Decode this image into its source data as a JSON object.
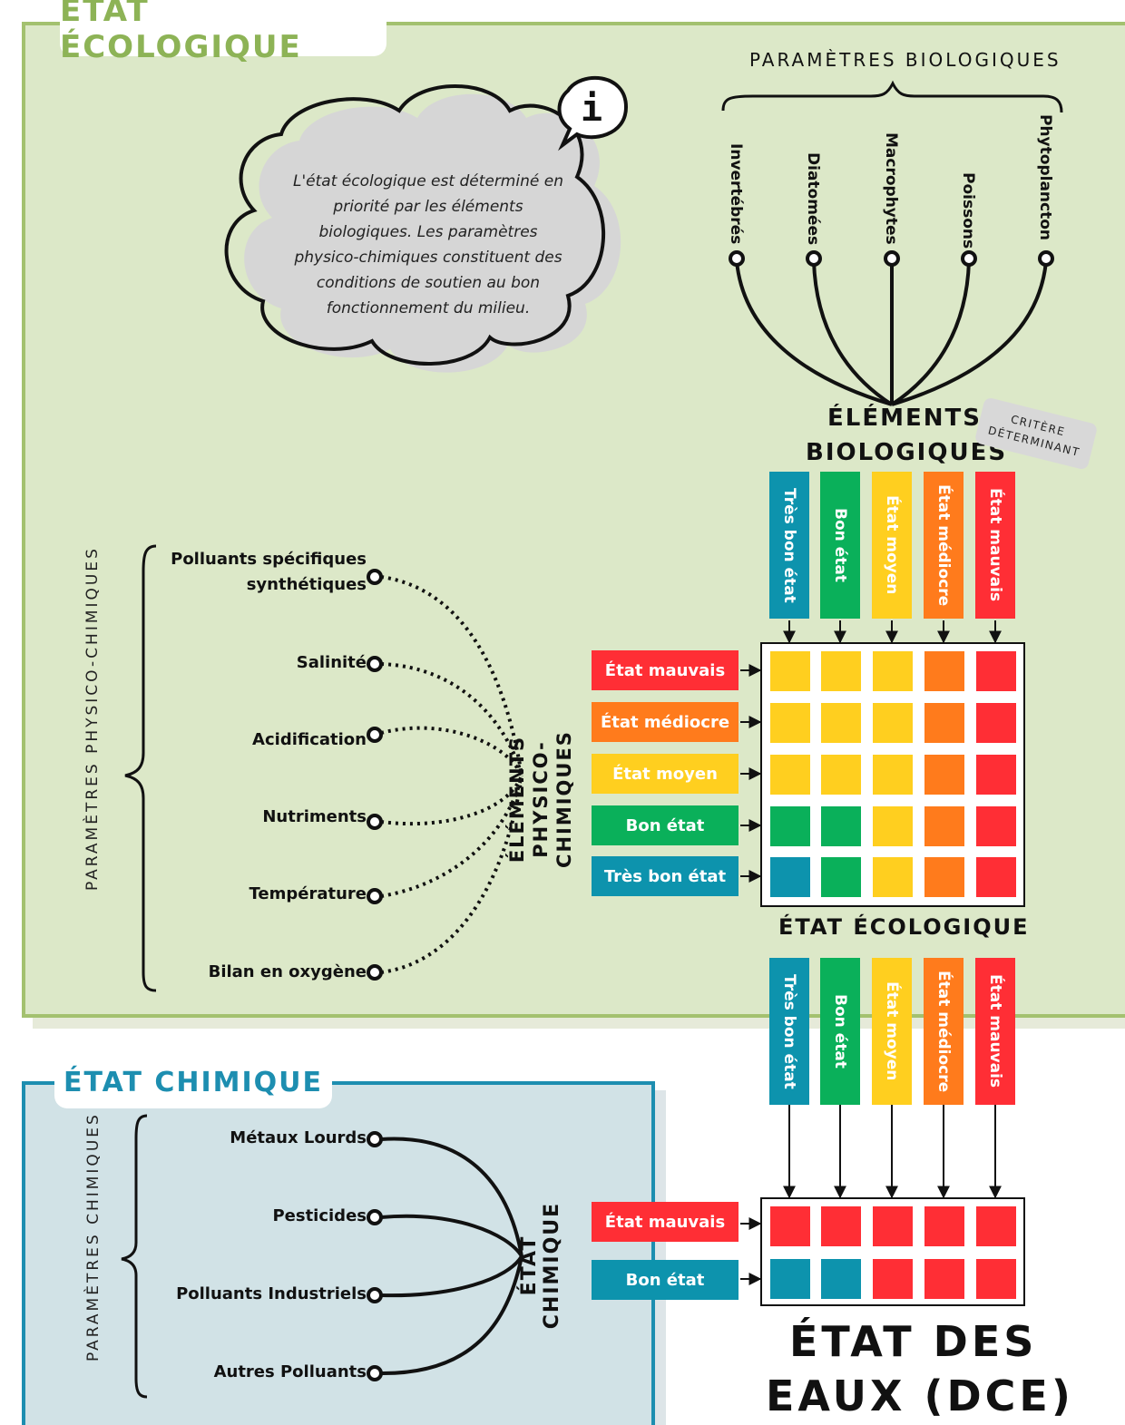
{
  "colors": {
    "blue": "#0d93ad",
    "green": "#0ab05a",
    "yellow": "#ffcf1f",
    "orange": "#ff7b1c",
    "red": "#ff2e35",
    "ecological_bg": "#dce8c8",
    "ecological_border": "#a3c16f",
    "chemical_bg": "#d1e2e6",
    "chemical_border": "#1d8eb0"
  },
  "ecological": {
    "title": "ÉTAT ÉCOLOGIQUE",
    "info_text": "L'état écologique est déterminé en priorité par les éléments biologiques. Les paramètres physico-chimiques constituent des conditions de soutien au bon fonctionnement du milieu.",
    "bio_params_title": "PARAMÈTRES BIOLOGIQUES",
    "bio_params": [
      "Invertébrés",
      "Diatomées",
      "Macrophytes",
      "Poissons",
      "Phytoplancton"
    ],
    "bio_elements_line1": "ÉLÉMENTS",
    "bio_elements_line2": "BIOLOGIQUES",
    "critere_line1": "CRITÈRE",
    "critere_line2": "DÉTERMINANT",
    "physchem_title": "PARAMÈTRES PHYSICO-CHIMIQUES",
    "physchem_params": [
      "Polluants spécifiques",
      "synthétiques",
      "Salinité",
      "Acidification",
      "Nutriments",
      "Température",
      "Bilan en oxygène"
    ],
    "physchem_elements_line1": "ÉLÉMENTS PHYSICO-",
    "physchem_elements_line2": "CHIMIQUES",
    "columns": [
      "Très bon état",
      "Bon état",
      "État moyen",
      "État médiocre",
      "État mauvais"
    ],
    "rows": [
      "État mauvais",
      "État médiocre",
      "État moyen",
      "Bon état",
      "Très bon état"
    ],
    "result_label": "ÉTAT ÉCOLOGIQUE"
  },
  "chemical": {
    "title": "ÉTAT CHIMIQUE",
    "params_title": "PARAMÈTRES CHIMIQUES",
    "params": [
      "Métaux Lourds",
      "Pesticides",
      "Polluants Industriels",
      "Autres Polluants"
    ],
    "element_label": "ÉTAT CHIMIQUE",
    "rows": [
      "État mauvais",
      "Bon état"
    ]
  },
  "final": {
    "columns": [
      "Très bon état",
      "Bon état",
      "État moyen",
      "État médiocre",
      "État mauvais"
    ],
    "title_line1": "ÉTAT DES",
    "title_line2": "EAUX (DCE)"
  }
}
